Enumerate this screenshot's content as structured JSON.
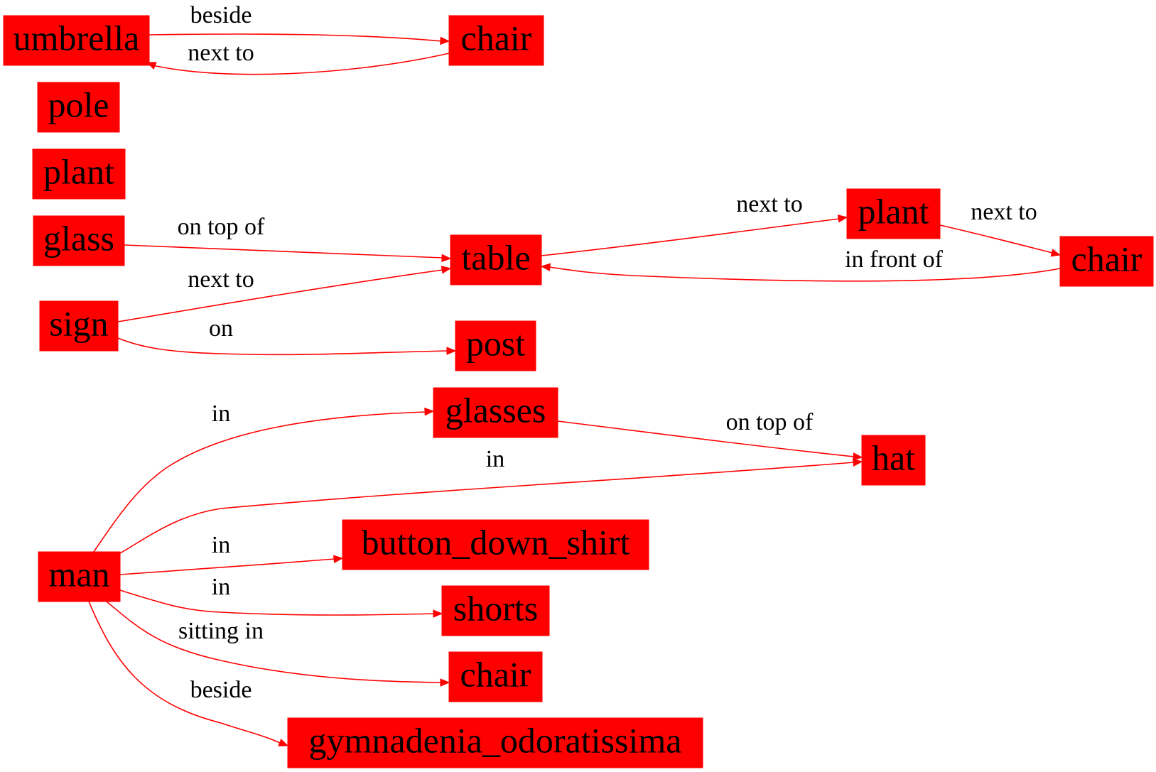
{
  "colors": {
    "node_fill": "#ff0000",
    "edge": "#ff0000",
    "text": "#000000",
    "background": "#ffffff"
  },
  "nodes": [
    {
      "id": "umbrella",
      "label": "umbrella"
    },
    {
      "id": "chair1",
      "label": "chair"
    },
    {
      "id": "pole",
      "label": "pole"
    },
    {
      "id": "plant1",
      "label": "plant"
    },
    {
      "id": "glass",
      "label": "glass"
    },
    {
      "id": "table",
      "label": "table"
    },
    {
      "id": "plant2",
      "label": "plant"
    },
    {
      "id": "chair2",
      "label": "chair"
    },
    {
      "id": "sign",
      "label": "sign"
    },
    {
      "id": "post",
      "label": "post"
    },
    {
      "id": "glasses",
      "label": "glasses"
    },
    {
      "id": "hat",
      "label": "hat"
    },
    {
      "id": "man",
      "label": "man"
    },
    {
      "id": "button_down_shirt",
      "label": "button_down_shirt"
    },
    {
      "id": "shorts",
      "label": "shorts"
    },
    {
      "id": "chair3",
      "label": "chair"
    },
    {
      "id": "gymnadenia_odoratissima",
      "label": "gymnadenia_odoratissima"
    }
  ],
  "edges": [
    {
      "from": "umbrella",
      "to": "chair1",
      "label": "beside"
    },
    {
      "from": "chair1",
      "to": "umbrella",
      "label": "next to"
    },
    {
      "from": "glass",
      "to": "table",
      "label": "on top of"
    },
    {
      "from": "sign",
      "to": "table",
      "label": "next to"
    },
    {
      "from": "sign",
      "to": "post",
      "label": "on"
    },
    {
      "from": "table",
      "to": "plant2",
      "label": "next to"
    },
    {
      "from": "plant2",
      "to": "chair2",
      "label": "next to"
    },
    {
      "from": "chair2",
      "to": "table",
      "label": "in front of"
    },
    {
      "from": "man",
      "to": "glasses",
      "label": "in"
    },
    {
      "from": "glasses",
      "to": "hat",
      "label": "on top of"
    },
    {
      "from": "man",
      "to": "hat",
      "label": "in"
    },
    {
      "from": "man",
      "to": "button_down_shirt",
      "label": "in"
    },
    {
      "from": "man",
      "to": "shorts",
      "label": "in"
    },
    {
      "from": "man",
      "to": "chair3",
      "label": "sitting in"
    },
    {
      "from": "man",
      "to": "gymnadenia_odoratissima",
      "label": "beside"
    }
  ]
}
